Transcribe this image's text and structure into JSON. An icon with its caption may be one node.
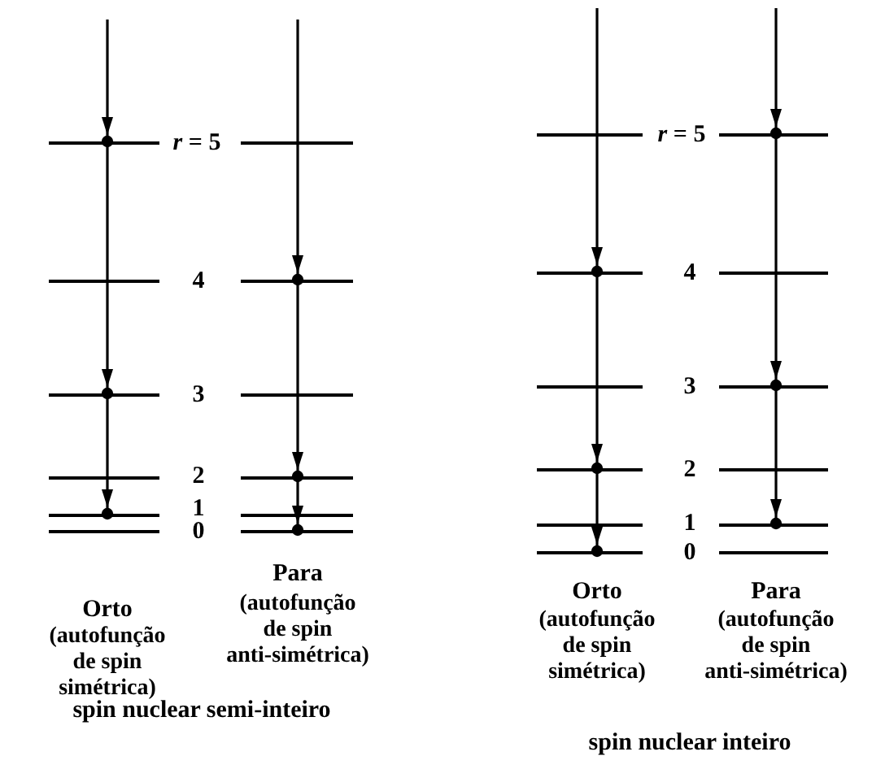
{
  "diagram": {
    "nodes": [
      {
        "text": [],
        "shape": "bar"
      },
      {
        "text": [],
        "shape": "bar"
      },
      {
        "text": [],
        "shape": "bar"
      },
      {
        "text": [],
        "shape": "bar"
      },
      {
        "text": [],
        "shape": "bar"
      },
      {
        "text": [],
        "shape": "bar"
      },
      {
        "text": [],
        "shape": "bar"
      },
      {
        "text": [],
        "shape": "bar"
      },
      {
        "text": [],
        "shape": "bar"
      },
      {
        "text": [],
        "shape": "bar"
      },
      {
        "text": [],
        "shape": "bar"
      },
      {
        "text": [],
        "shape": "bar"
      },
      {
        "text": [],
        "shape": "bar"
      },
      {
        "text": [],
        "shape": "bar"
      },
      {
        "text": [],
        "shape": "bar"
      },
      {
        "text": [],
        "shape": "bar"
      },
      {
        "text": [],
        "shape": "bar"
      },
      {
        "text": [],
        "shape": "bar"
      },
      {
        "text": [],
        "shape": "bar"
      },
      {
        "text": [],
        "shape": "bar"
      },
      {
        "text": [],
        "shape": "bar"
      },
      {
        "text": [],
        "shape": "bar"
      },
      {
        "text": [],
        "shape": "bar"
      },
      {
        "text": [],
        "shape": "bar"
      }
    ],
    "edges": [
      {
        "from": null,
        "to": 0,
        "arrow": "to"
      },
      {
        "from": 0,
        "to": 2,
        "arrow": "to"
      },
      {
        "from": 2,
        "to": 4,
        "arrow": "to"
      },
      {
        "from": null,
        "to": 7,
        "arrow": "to"
      },
      {
        "from": 7,
        "to": 9,
        "arrow": "to"
      },
      {
        "from": 9,
        "to": 11,
        "arrow": "to"
      },
      {
        "from": null,
        "to": 13,
        "arrow": "to"
      },
      {
        "from": 13,
        "to": 15,
        "arrow": "to"
      },
      {
        "from": 15,
        "to": 17,
        "arrow": "to"
      },
      {
        "from": null,
        "to": 18,
        "arrow": "to"
      },
      {
        "from": 18,
        "to": 20,
        "arrow": "to"
      },
      {
        "from": 20,
        "to": 22,
        "arrow": "to"
      }
    ],
    "labels": [
      "*r* = 5",
      "4",
      "3",
      "2",
      "1",
      "0",
      "Para",
      "Orto",
      "(autofunção de spin simétrica)",
      "(autofunção de spin anti-simétrica)",
      "spin nuclear semi-inteiro",
      "*r* = 5",
      "4",
      "3",
      "2",
      "1",
      "0",
      "Orto",
      "Para",
      "(autofunção de spin simétrica)",
      "(autofunção de spin anti-simétrica)",
      "spin nuclear inteiro"
    ]
  }
}
